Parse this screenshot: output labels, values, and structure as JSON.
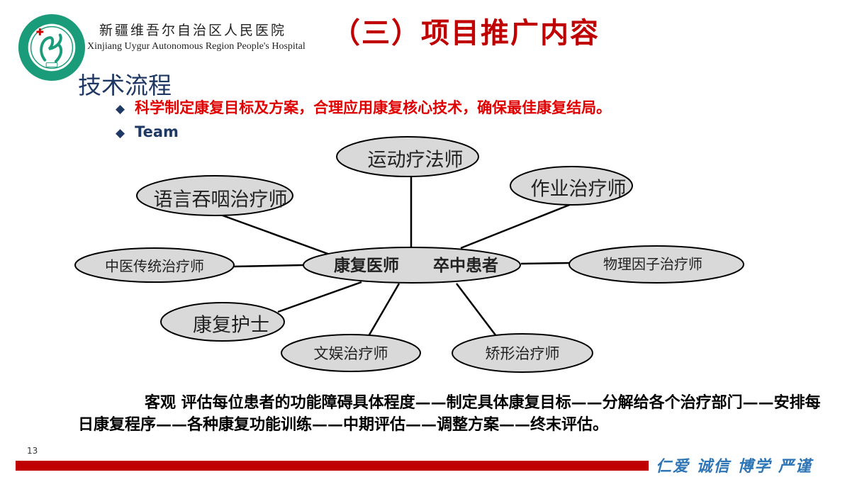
{
  "header": {
    "hospital_name_cn": "新疆维吾尔自治区人民医院",
    "hospital_name_en": "Xinjiang Uygur Autonomous Region People's Hospital",
    "title": "（三）项目推广内容"
  },
  "section_title": "技术流程",
  "bullets": [
    "科学制定康复目标及方案，合理应用康复核心技术，确保最佳康复结局。",
    "Team"
  ],
  "diagram": {
    "center": "康复医师      卒中患者",
    "nodes": [
      "运动疗法师",
      "作业治疗师",
      "语言吞咽治疗师",
      "中医传统治疗师",
      "物理因子治疗师",
      "康复护士",
      "文娱治疗师",
      "矫形治疗师"
    ]
  },
  "paragraph": "客观  评估每位患者的功能障碍具体程度——制定具体康复目标——分解给各个治疗部门——安排每日康复程序——各种康复功能训练——中期评估——调整方案——终末评估。",
  "footer": {
    "page_number": "13",
    "motto": "仁爱 诚信 博学 严谨"
  },
  "colors": {
    "title": "#c00000",
    "section": "#1f3864",
    "bullet_red": "#e00000",
    "bar": "#c00000",
    "motto": "#2e75b6",
    "node_fill": "#d9d9d9"
  }
}
